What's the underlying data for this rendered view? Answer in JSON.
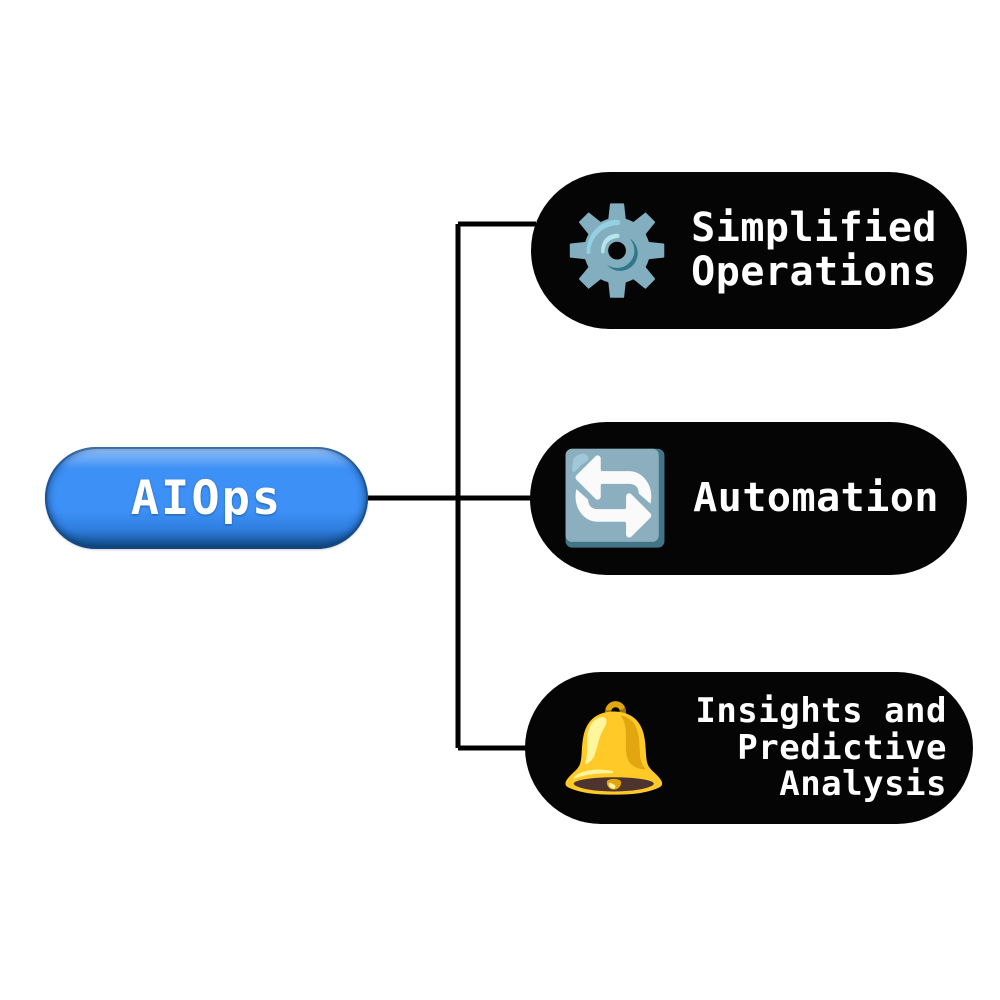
{
  "diagram": {
    "type": "mindmap",
    "orientation": "left-to-right",
    "background_color": "#ffffff",
    "root": {
      "label": "AIOps",
      "shape": "pill",
      "fill_color": "#3d90f5",
      "highlight_color": "#b9d8fb",
      "shadow_color": "#17528f",
      "text_color": "#ffffff"
    },
    "connector": {
      "color": "#000000",
      "stroke_width": 5,
      "style": "orthogonal-elbow"
    },
    "branches": [
      {
        "id": "simplified-operations",
        "label": "Simplified\nOperations",
        "icon": "gear-icon",
        "icon_glyph": "⚙️",
        "fill_color": "#050505",
        "text_color": "#ffffff"
      },
      {
        "id": "automation",
        "label": "Automation",
        "icon": "refresh-cycle-icon",
        "icon_glyph": "🔄",
        "fill_color": "#050505",
        "text_color": "#ffffff"
      },
      {
        "id": "insights-predictive-analysis",
        "label": "Insights and\nPredictive\nAnalysis",
        "icon": "bell-icon",
        "icon_glyph": "🔔",
        "fill_color": "#050505",
        "text_color": "#ffffff"
      }
    ]
  }
}
